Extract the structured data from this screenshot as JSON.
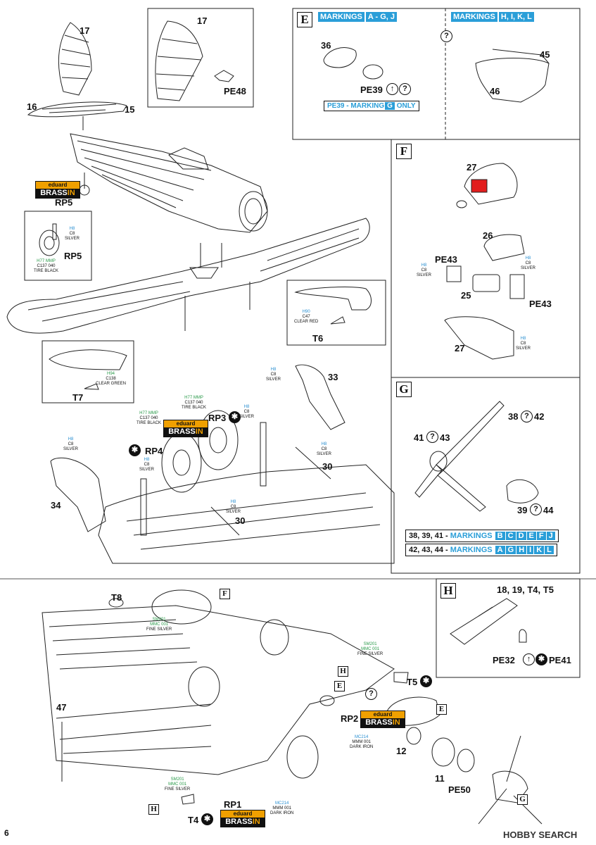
{
  "page_number": "6",
  "watermark": "HOBBY SEARCH",
  "sections": {
    "E": {
      "letter": "E",
      "markings_left_label": "MARKINGS",
      "markings_left_letters": "A - G, J",
      "markings_right_label": "MARKINGS",
      "markings_right_letters": "H, I, K, L",
      "parts": [
        "36",
        "PE39",
        "45",
        "46"
      ],
      "note_prefix": "PE39 - MARKING",
      "note_letter": "G",
      "note_suffix": "ONLY"
    },
    "F": {
      "letter": "F",
      "parts": [
        "27",
        "26",
        "PE43",
        "25",
        "PE43",
        "27"
      ]
    },
    "G": {
      "letter": "G",
      "parts": [
        "38",
        "42",
        "41",
        "43",
        "39",
        "44"
      ],
      "rows": [
        {
          "parts": "38, 39, 41 -",
          "label": "MARKINGS",
          "letters": [
            "B",
            "C",
            "D",
            "E",
            "F",
            "J"
          ]
        },
        {
          "parts": "42, 43, 44 -",
          "label": "MARKINGS",
          "letters": [
            "A",
            "G",
            "H",
            "I",
            "K",
            "L"
          ]
        }
      ]
    },
    "H": {
      "letter": "H",
      "parts": [
        "18, 19, T4, T5",
        "PE32",
        "PE41"
      ]
    }
  },
  "labels": {
    "p17a": "17",
    "p17b": "17",
    "pe48": "PE48",
    "p16": "16",
    "p15": "15",
    "rp5a": "RP5",
    "rp5b": "RP5",
    "t6": "T6",
    "t7": "T7",
    "p33": "33",
    "rp3": "RP3",
    "rp4": "RP4",
    "p30a": "30",
    "p34": "34",
    "p30b": "30",
    "t8": "T8",
    "p47": "47",
    "t5": "T5",
    "rp2": "RP2",
    "p12": "12",
    "p11": "11",
    "pe50": "PE50",
    "rp1": "RP1",
    "t4": "T4"
  },
  "paints": {
    "silver_rp5": {
      "code": "H8",
      "mr": "C8",
      "name": "SILVER"
    },
    "tire_rp5": {
      "code": "H77 MMP",
      "mr": "C137 040",
      "name": "TIRE BLACK"
    },
    "clear_red": {
      "code": "H90",
      "mr": "C47",
      "name": "CLEAR RED"
    },
    "clear_green": {
      "code": "H94",
      "mr": "C138",
      "name": "CLEAR GREEN"
    },
    "silver_33": {
      "code": "H8",
      "mr": "C8",
      "name": "SILVER"
    },
    "tire_top": {
      "code": "H77 MMP",
      "mr": "C137 040",
      "name": "TIRE BLACK"
    },
    "tire_left": {
      "code": "H77 MMP",
      "mr": "C137 040",
      "name": "TIRE BLACK"
    },
    "silver_rp3": {
      "code": "H8",
      "mr": "C8",
      "name": "SILVER"
    },
    "silver_rp4": {
      "code": "H8",
      "mr": "C8",
      "name": "SILVER"
    },
    "silver_30": {
      "code": "H8",
      "mr": "C8",
      "name": "SILVER"
    },
    "silver_34": {
      "code": "H8",
      "mr": "C8",
      "name": "SILVER"
    },
    "silver_30b": {
      "code": "H8",
      "mr": "C8",
      "name": "SILVER"
    },
    "silver_26": {
      "code": "H8",
      "mr": "C8",
      "name": "SILVER"
    },
    "silver_pe43": {
      "code": "H8",
      "mr": "C8",
      "name": "SILVER"
    },
    "silver_27b": {
      "code": "H8",
      "mr": "C8",
      "name": "SILVER"
    },
    "fine_t8": {
      "code": "SM201",
      "mr": "MMC 001",
      "name": "FINE SILVER"
    },
    "fine_t5": {
      "code": "SM201",
      "mr": "MMC 001",
      "name": "FINE SILVER"
    },
    "iron_rp2": {
      "code": "MC214",
      "mr": "MMM 001",
      "name": "DARK IRON"
    },
    "fine_t4": {
      "code": "SM201",
      "mr": "MMC 001",
      "name": "FINE SILVER"
    },
    "iron_rp1": {
      "code": "MC214",
      "mr": "MMM 001",
      "name": "DARK IRON"
    }
  },
  "brassin": {
    "top": "eduard",
    "b1": "BRASS",
    "b2": "IN"
  },
  "colors": {
    "accent_blue": "#2a9ed8",
    "brassin_orange": "#f0a000",
    "clear_red": "#e21d1d",
    "paint_blue": "#2a8fd1",
    "paint_green": "#2a9a4a"
  }
}
